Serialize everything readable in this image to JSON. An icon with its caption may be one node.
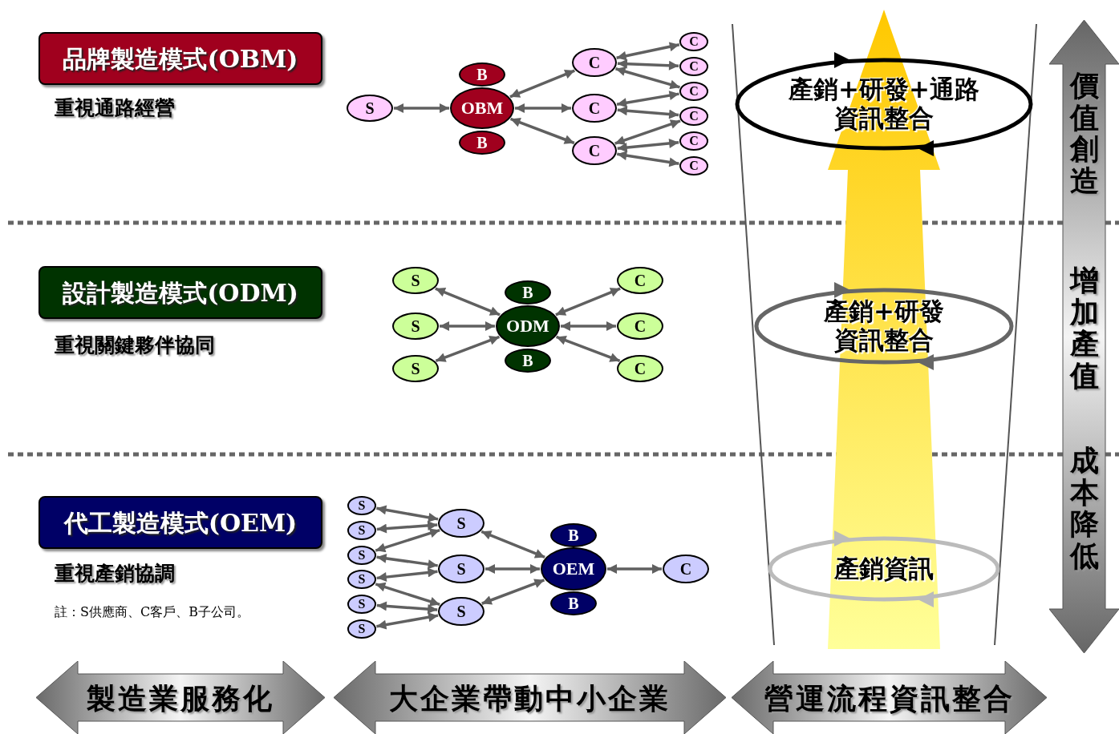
{
  "diagram": {
    "nodes": [
      {
        "text": [
          "品牌製造模式(OBM)"
        ],
        "beside": [
          "重視通路經營"
        ]
      },
      {
        "text": [
          "S"
        ]
      },
      {
        "text": [
          "B"
        ]
      },
      {
        "text": [
          "OBM"
        ]
      },
      {
        "text": [
          "B"
        ]
      },
      {
        "text": [
          "C"
        ]
      },
      {
        "text": [
          "C"
        ]
      },
      {
        "text": [
          "C"
        ]
      },
      {
        "text": [
          "C"
        ]
      },
      {
        "text": [
          "C"
        ]
      },
      {
        "text": [
          "C"
        ]
      },
      {
        "text": [
          "C"
        ]
      },
      {
        "text": [
          "C"
        ]
      },
      {
        "text": [
          "C"
        ]
      },
      {
        "text": [
          "設計製造模式(ODM)"
        ],
        "beside": [
          "重視關鍵夥伴協同"
        ]
      },
      {
        "text": [
          "S"
        ]
      },
      {
        "text": [
          "S"
        ]
      },
      {
        "text": [
          "S"
        ]
      },
      {
        "text": [
          "B"
        ]
      },
      {
        "text": [
          "ODM"
        ]
      },
      {
        "text": [
          "B"
        ]
      },
      {
        "text": [
          "C"
        ]
      },
      {
        "text": [
          "C"
        ]
      },
      {
        "text": [
          "C"
        ]
      },
      {
        "text": [
          "代工製造模式(OEM)"
        ],
        "beside": [
          "重視產銷協調"
        ]
      },
      {
        "text": [
          "S"
        ]
      },
      {
        "text": [
          "S"
        ]
      },
      {
        "text": [
          "S"
        ]
      },
      {
        "text": [
          "S"
        ]
      },
      {
        "text": [
          "S"
        ]
      },
      {
        "text": [
          "S"
        ]
      },
      {
        "text": [
          "S"
        ]
      },
      {
        "text": [
          "S"
        ]
      },
      {
        "text": [
          "S"
        ]
      },
      {
        "text": [
          "B"
        ]
      },
      {
        "text": [
          "OEM"
        ]
      },
      {
        "text": [
          "B"
        ]
      },
      {
        "text": [
          "C"
        ]
      },
      {
        "text": [
          "產銷+研發+通路",
          "資訊整合"
        ]
      },
      {
        "text": [
          "產銷+研發",
          "資訊整合"
        ]
      },
      {
        "text": [
          "產銷資訊"
        ]
      },
      {
        "text": [
          "價值創造",
          "增加產值",
          "成本降低"
        ]
      },
      {
        "text": [
          "製造業服務化"
        ]
      },
      {
        "text": [
          "大企業帶動中小企業"
        ]
      },
      {
        "text": [
          "營運流程資訊整合"
        ]
      }
    ],
    "edges": [
      {
        "from": 1,
        "to": 3,
        "arrow": "both"
      },
      {
        "from": 3,
        "to": 5,
        "arrow": "both"
      },
      {
        "from": 3,
        "to": 6,
        "arrow": "both"
      },
      {
        "from": 3,
        "to": 7,
        "arrow": "both"
      },
      {
        "from": 5,
        "to": 8,
        "arrow": "both"
      },
      {
        "from": 5,
        "to": 9,
        "arrow": "both"
      },
      {
        "from": 5,
        "to": 10,
        "arrow": "both"
      },
      {
        "from": 6,
        "to": 10,
        "arrow": "both"
      },
      {
        "from": 6,
        "to": 11,
        "arrow": "both"
      },
      {
        "from": 7,
        "to": 11,
        "arrow": "both"
      },
      {
        "from": 7,
        "to": 12,
        "arrow": "both"
      },
      {
        "from": 7,
        "to": 13,
        "arrow": "both"
      },
      {
        "from": 15,
        "to": 19,
        "arrow": "both"
      },
      {
        "from": 16,
        "to": 19,
        "arrow": "both"
      },
      {
        "from": 17,
        "to": 19,
        "arrow": "both"
      },
      {
        "from": 19,
        "to": 21,
        "arrow": "both"
      },
      {
        "from": 19,
        "to": 22,
        "arrow": "both"
      },
      {
        "from": 19,
        "to": 23,
        "arrow": "both"
      },
      {
        "from": 25,
        "to": 31,
        "arrow": "both"
      },
      {
        "from": 26,
        "to": 31,
        "arrow": "both"
      },
      {
        "from": 27,
        "to": 31,
        "arrow": "both"
      },
      {
        "from": 27,
        "to": 32,
        "arrow": "both"
      },
      {
        "from": 28,
        "to": 32,
        "arrow": "both"
      },
      {
        "from": 28,
        "to": 33,
        "arrow": "both"
      },
      {
        "from": 29,
        "to": 33,
        "arrow": "both"
      },
      {
        "from": 30,
        "to": 33,
        "arrow": "both"
      },
      {
        "from": 31,
        "to": 35,
        "arrow": "both"
      },
      {
        "from": 32,
        "to": 35,
        "arrow": "both"
      },
      {
        "from": 33,
        "to": 35,
        "arrow": "both"
      },
      {
        "from": 35,
        "to": 37,
        "arrow": "both"
      }
    ],
    "labels": [
      "註：S供應商、C客戶、B子公司。"
    ]
  }
}
